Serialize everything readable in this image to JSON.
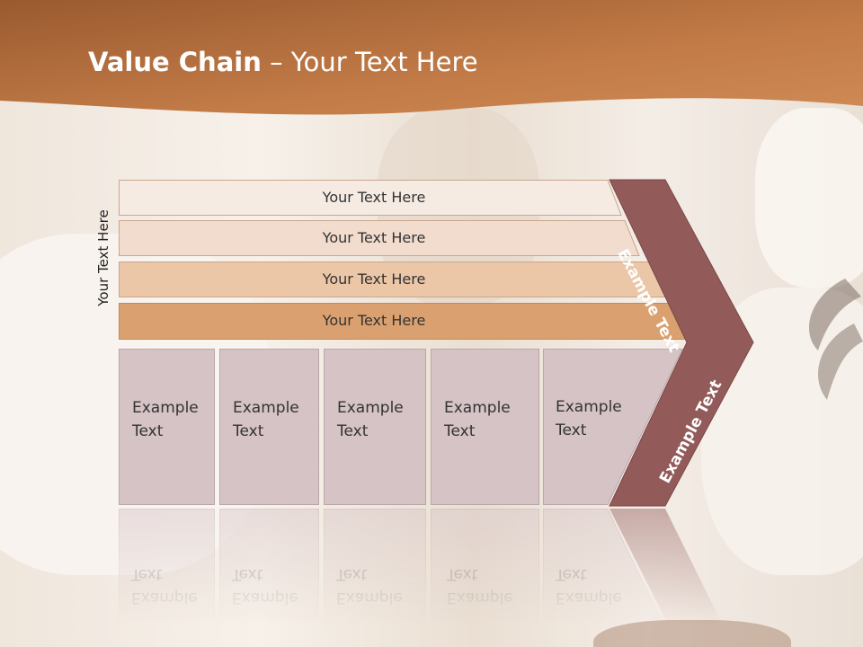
{
  "slide": {
    "title_bold": "Value Chain",
    "title_rest": " – Your Text Here",
    "side_label": "Your Text Here",
    "bands": [
      {
        "label": "Your Text Here",
        "color": "#f6ebe3"
      },
      {
        "label": "Your Text Here",
        "color": "#f1dccd"
      },
      {
        "label": "Your Text Here",
        "color": "#ebc6a7"
      },
      {
        "label": "Your Text Here",
        "color": "#dba06f"
      }
    ],
    "cards": [
      {
        "label": "Example\nText"
      },
      {
        "label": "Example\nText"
      },
      {
        "label": "Example\nText"
      },
      {
        "label": "Example\nText"
      },
      {
        "label": "Example\nText"
      }
    ],
    "chevron_top_label": "Example Text",
    "chevron_bottom_label": "Example Text",
    "colors": {
      "banner": "#bf7a45",
      "card": "#d6c3c6",
      "chevron": "#935a5a"
    }
  }
}
